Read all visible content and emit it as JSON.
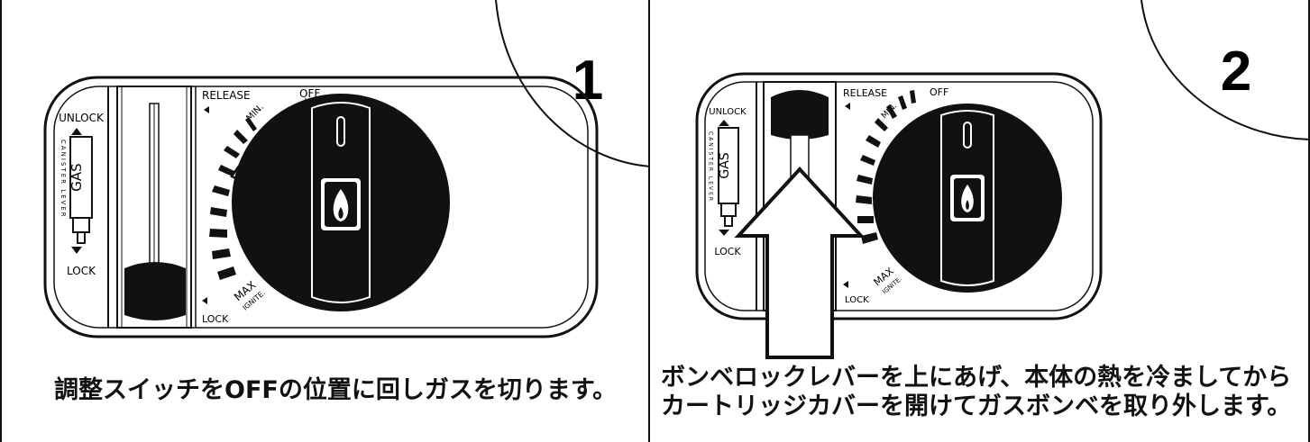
{
  "steps": [
    {
      "number": "1",
      "caption_lines": [
        "調整スイッチをOFFの位置に回しガスを切ります。"
      ],
      "canister_lever": {
        "unlock": "UNLOCK",
        "vertical_label": "CANISTER LEVER",
        "gas": "GAS",
        "lock": "LOCK"
      },
      "dial": {
        "release": "RELEASE",
        "off": "OFF",
        "min": "MIN.",
        "off_arrow": "OFF",
        "max": "MAX",
        "ignite": "IGNITE.",
        "lock": "LOCK"
      }
    },
    {
      "number": "2",
      "caption_lines": [
        "ボンベロックレバーを上にあげ、本体の熱を冷ましてから",
        "カートリッジカバーを開けてガスボンベを取り外します。"
      ],
      "canister_lever": {
        "unlock": "UNLOCK",
        "vertical_label": "CANISTER LEVER",
        "gas": "GAS",
        "lock": "LOCK"
      },
      "dial": {
        "release": "RELEASE",
        "off": "OFF",
        "min": "MIN.",
        "max": "MAX",
        "ignite": "IGNITE.",
        "lock": "LOCK"
      }
    }
  ]
}
